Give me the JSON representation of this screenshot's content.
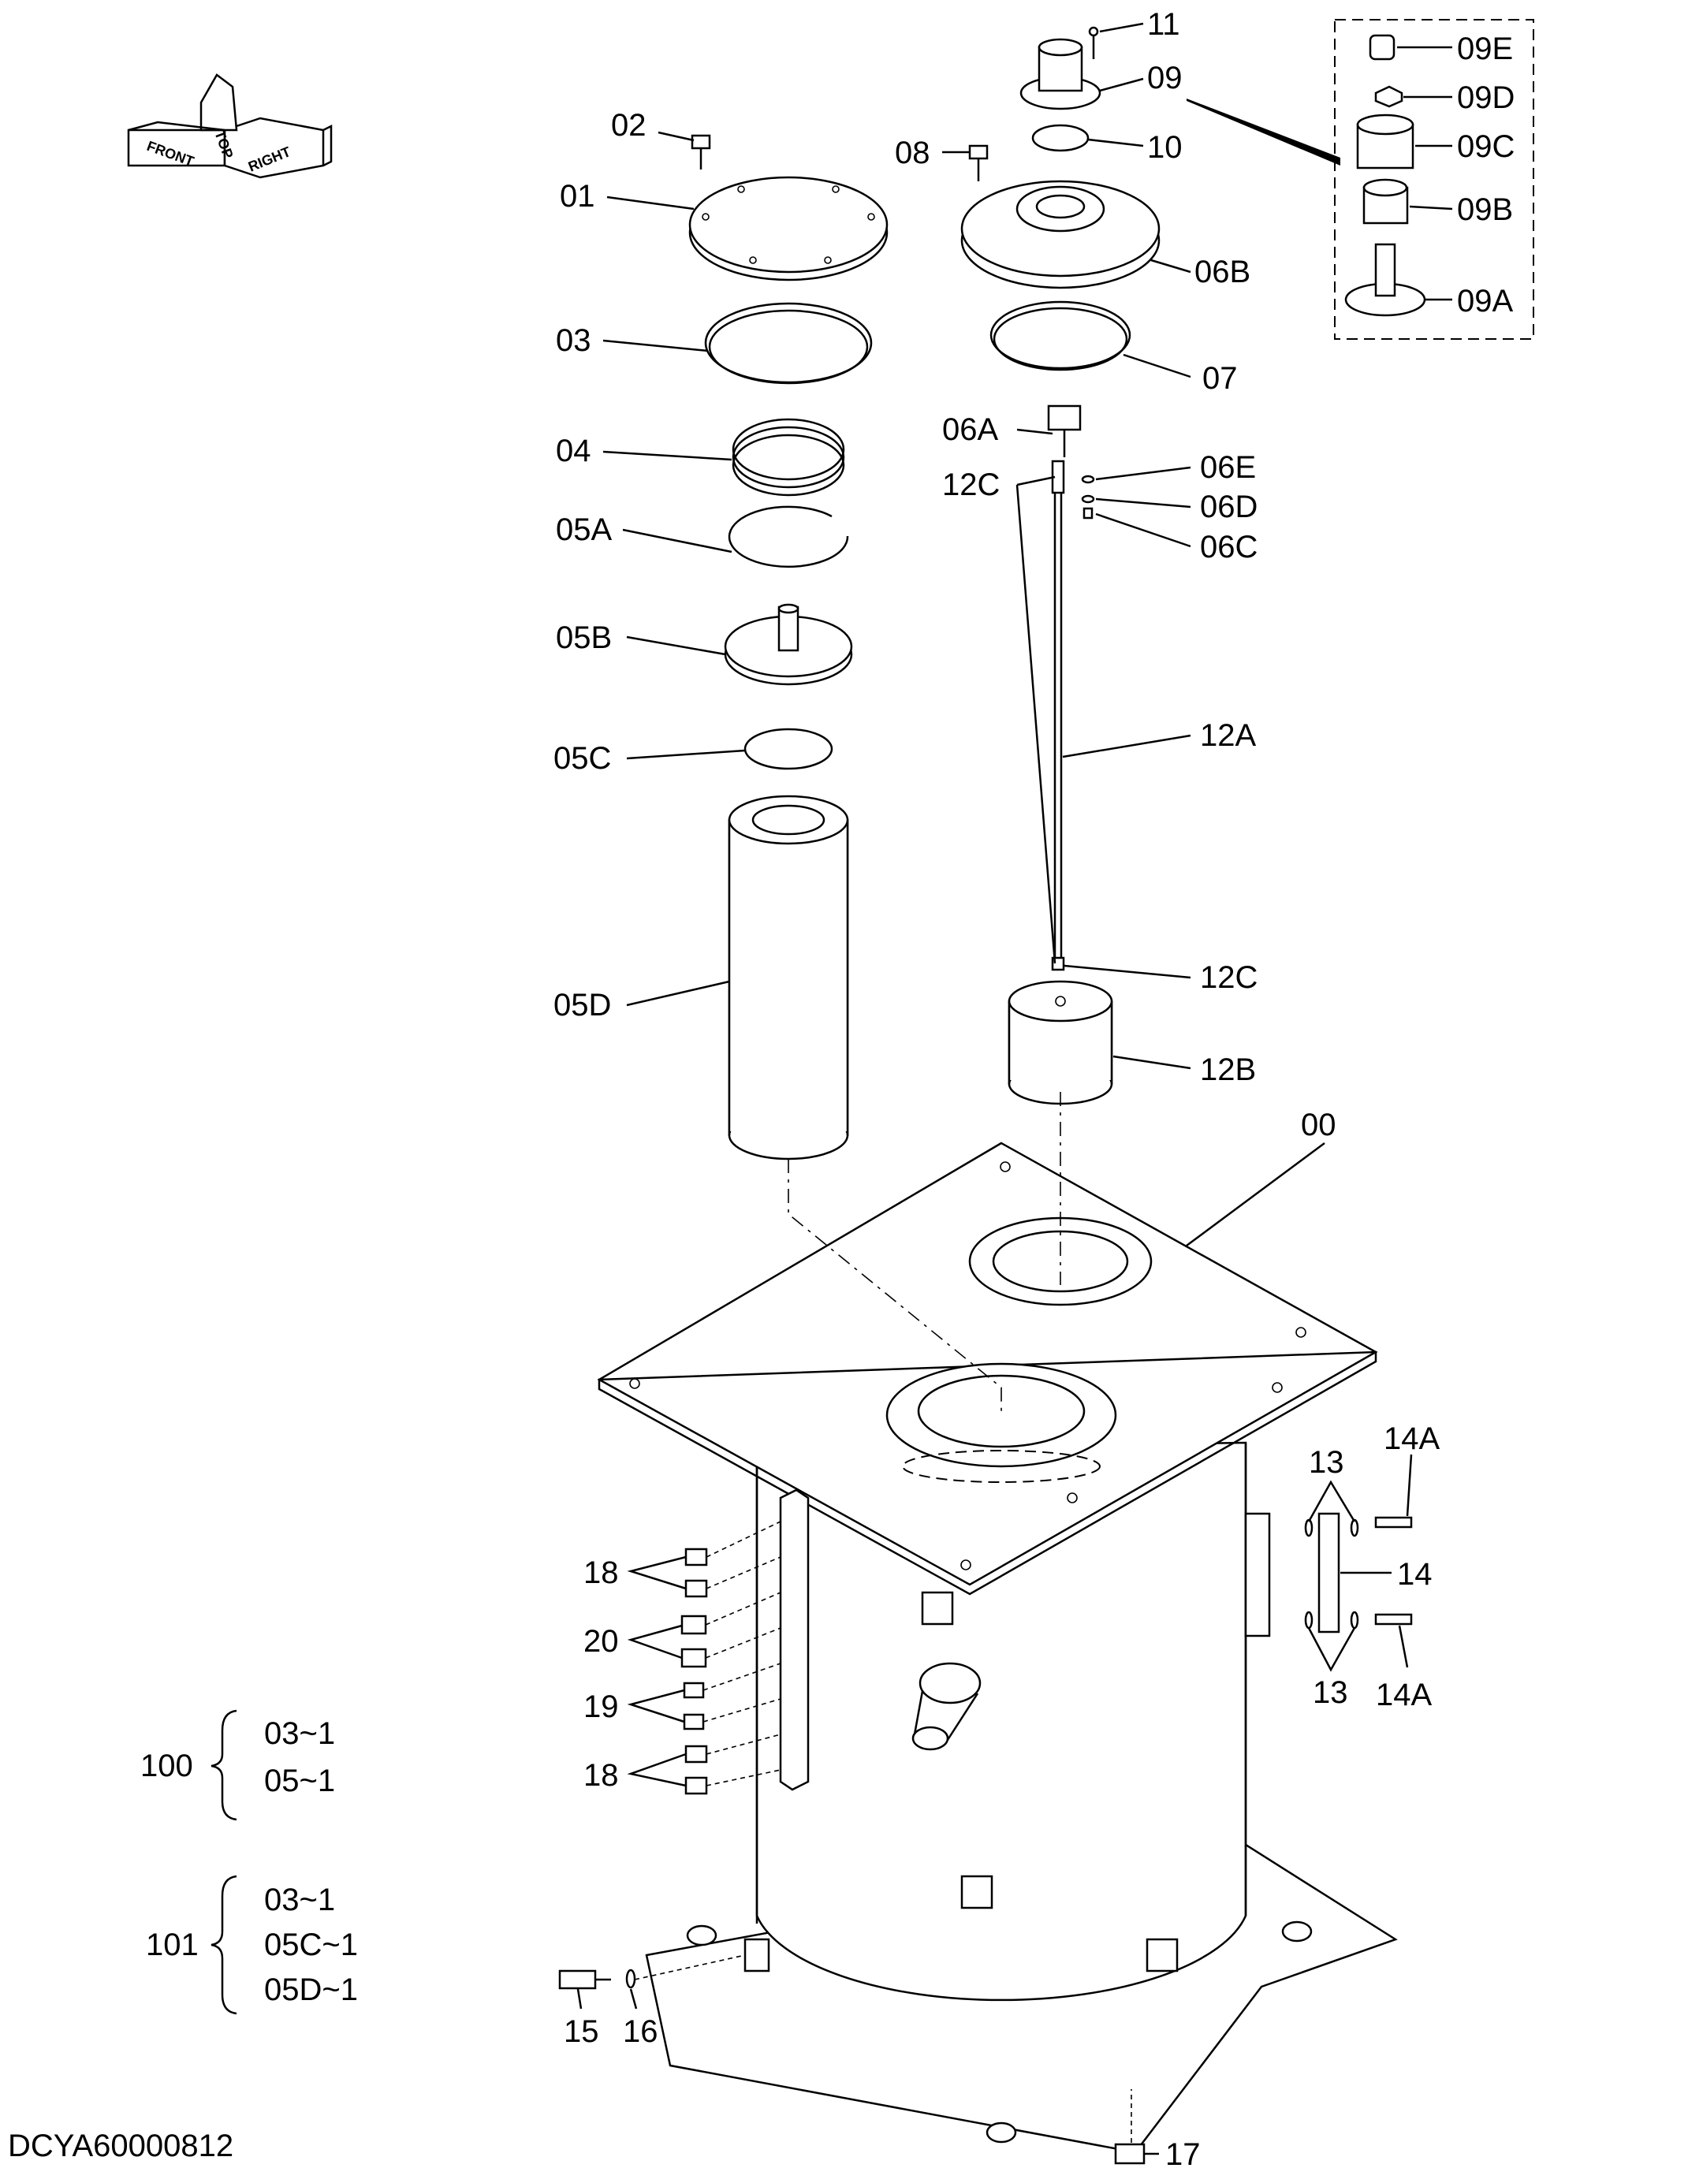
{
  "drawing_id": "DCYA60000812",
  "orientation": {
    "top": "TOP",
    "front": "FRONT",
    "right": "RIGHT"
  },
  "parts": {
    "p00": "00",
    "p01": "01",
    "p02": "02",
    "p03": "03",
    "p04": "04",
    "p05A": "05A",
    "p05B": "05B",
    "p05C": "05C",
    "p05D": "05D",
    "p06A": "06A",
    "p06B": "06B",
    "p06C": "06C",
    "p06D": "06D",
    "p06E": "06E",
    "p07": "07",
    "p08": "08",
    "p09": "09",
    "p09A": "09A",
    "p09B": "09B",
    "p09C": "09C",
    "p09D": "09D",
    "p09E": "09E",
    "p10": "10",
    "p11": "11",
    "p12A": "12A",
    "p12B": "12B",
    "p12C": "12C",
    "p13": "13",
    "p14": "14",
    "p14A": "14A",
    "p15": "15",
    "p16": "16",
    "p17": "17",
    "p18": "18",
    "p19": "19",
    "p20": "20"
  },
  "kits": [
    {
      "id": "100",
      "items": [
        "03~1",
        "05~1"
      ]
    },
    {
      "id": "101",
      "items": [
        "03~1",
        "05C~1",
        "05D~1"
      ]
    }
  ]
}
